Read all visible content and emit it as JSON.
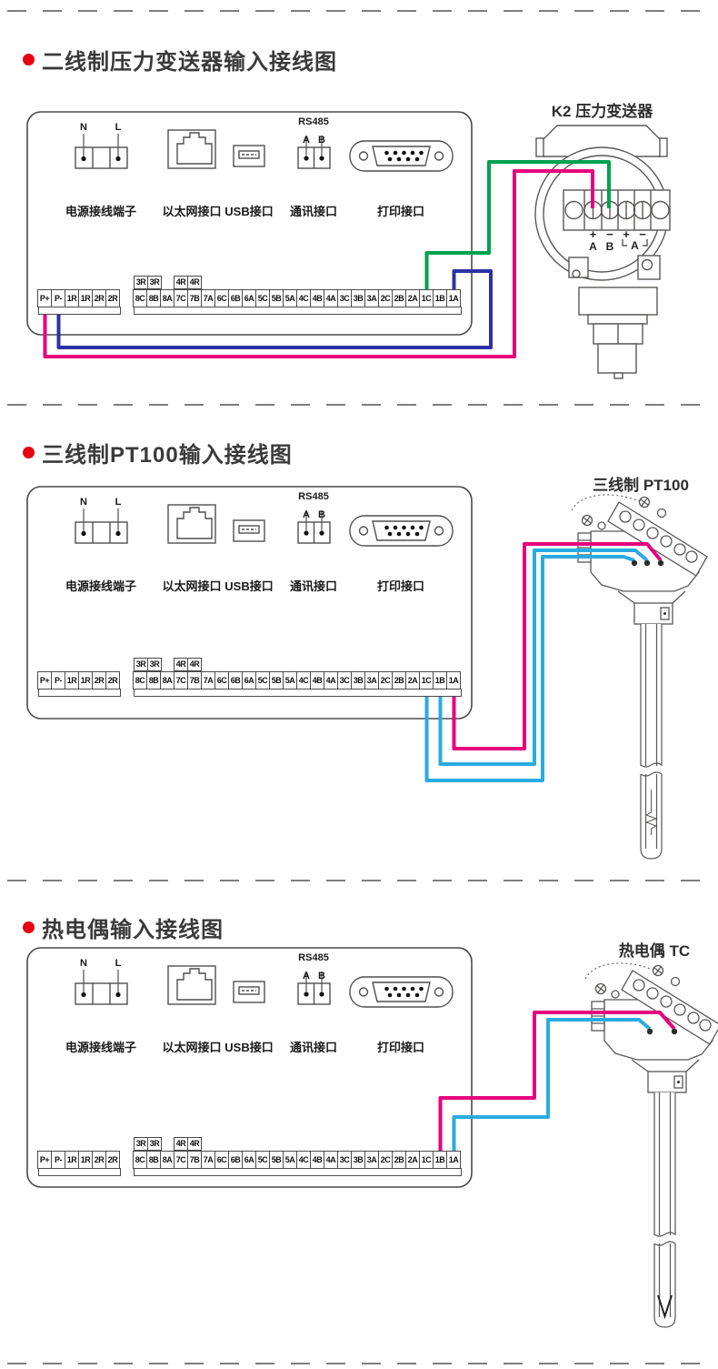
{
  "sections": [
    {
      "title": "二线制压力变送器输入接线图",
      "sensor_label": "K2 压力变送器"
    },
    {
      "title": "三线制PT100输入接线图",
      "sensor_label": "三线制 PT100"
    },
    {
      "title": "热电偶输入接线图",
      "sensor_label": "热电偶 TC"
    }
  ],
  "panel": {
    "port_labels": {
      "power": "电源接线端子",
      "ethernet": "以太网接口",
      "usb": "USB接口",
      "comm": "通讯接口",
      "printer": "打印接口"
    },
    "power_pins": [
      "N",
      "L"
    ],
    "comm_top": "RS485",
    "comm_pins": [
      "A",
      "B"
    ],
    "left_terminals": [
      "P+",
      "P-",
      "1R",
      "1R",
      "2R",
      "2R"
    ],
    "relay_terminals": [
      "3R",
      "3R",
      "4R",
      "4R"
    ],
    "main_terminals": [
      "8C",
      "8B",
      "8A",
      "7C",
      "7B",
      "7A",
      "6C",
      "6B",
      "6A",
      "5C",
      "5B",
      "5A",
      "4C",
      "4B",
      "4A",
      "3C",
      "3B",
      "3A",
      "2C",
      "2B",
      "2A",
      "1C",
      "1B",
      "1A"
    ]
  },
  "transmitter": {
    "polarity": [
      "+",
      "−",
      "+",
      "−"
    ],
    "channel_a": "A",
    "channel_b": "B",
    "loop": "A"
  },
  "colors": {
    "magenta": "#e6007e",
    "blue": "#2d31a6",
    "green": "#00a14e",
    "cyan": "#29abe2",
    "line": "#4f4f4f",
    "bullet_red": "#e60012"
  }
}
